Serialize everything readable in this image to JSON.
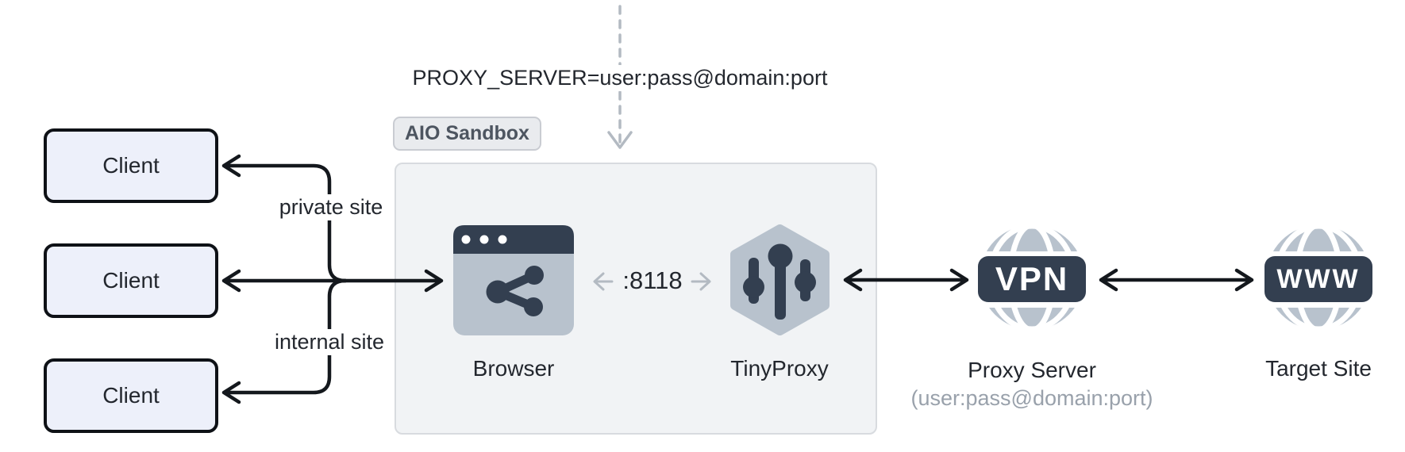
{
  "diagram": {
    "title_annotation": "PROXY_SERVER=user:pass@domain:port",
    "sandbox_label": "AIO Sandbox",
    "clients": [
      "Client",
      "Client",
      "Client"
    ],
    "edge_labels": {
      "private_site": "private site",
      "internal_site": "internal site",
      "port": ":8118"
    },
    "nodes": {
      "browser": {
        "label": "Browser",
        "icon": "browser-window-share-icon"
      },
      "tinyproxy": {
        "label": "TinyProxy",
        "icon": "sliders-hexagon-icon"
      },
      "proxy_server": {
        "label": "Proxy Server",
        "sublabel": "(user:pass@domain:port)",
        "badge": "VPN",
        "icon": "vpn-globe-icon"
      },
      "target_site": {
        "label": "Target Site",
        "badge": "WWW",
        "icon": "www-globe-icon"
      }
    },
    "colors": {
      "icon_dark": "#333f50",
      "icon_light": "#b8c2cd",
      "client_fill": "#edf0fa",
      "line_black": "#14181d",
      "muted_gray": "#b3bac2",
      "text_dark": "#23272e",
      "text_muted": "#99a1ab",
      "sandbox_fill": "#f1f3f5",
      "sandbox_border": "#d8dbdf",
      "badge_fill": "#e9ebee",
      "badge_border": "#c9ccd2",
      "badge_text": "#4d5560"
    }
  }
}
